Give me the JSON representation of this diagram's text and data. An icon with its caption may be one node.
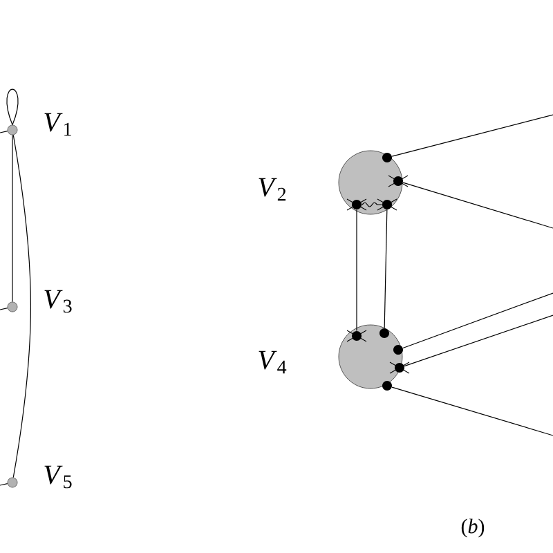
{
  "diagram": {
    "nodes": [
      {
        "text": [],
        "shape": "circle",
        "beside": [
          "*V*$_{1}$"
        ]
      },
      {
        "text": [],
        "shape": "circle",
        "beside": [
          "*V*$_{3}$"
        ]
      },
      {
        "text": [],
        "shape": "circle",
        "beside": [
          "*V*$_{5}$"
        ]
      },
      {
        "text": [],
        "shape": "circle",
        "beside": [
          "*V*$_{2}$"
        ]
      },
      {
        "text": [],
        "shape": "circle",
        "beside": [
          "*V*$_{4}$"
        ]
      },
      {
        "text": [],
        "shape": "circle",
        "in": 3
      },
      {
        "text": [],
        "shape": "circle",
        "in": 3
      },
      {
        "text": [],
        "shape": "circle",
        "in": 3
      },
      {
        "text": [],
        "shape": "circle",
        "in": 3
      },
      {
        "text": [],
        "shape": "circle",
        "in": 4
      },
      {
        "text": [],
        "shape": "circle",
        "in": 4
      },
      {
        "text": [],
        "shape": "circle",
        "in": 4
      },
      {
        "text": [],
        "shape": "circle",
        "in": 4
      },
      {
        "text": [],
        "shape": "circle",
        "in": 4
      }
    ],
    "edges": [
      {
        "from": 0,
        "to": 0,
        "arrow": "none"
      },
      {
        "from": 0,
        "to": 1,
        "arrow": "none"
      },
      {
        "from": 0,
        "to": 2,
        "arrow": "none"
      },
      {
        "from": 0,
        "to": null,
        "arrow": "none"
      },
      {
        "from": 1,
        "to": null,
        "arrow": "none"
      },
      {
        "from": 2,
        "to": null,
        "arrow": "none"
      },
      {
        "from": 5,
        "to": null,
        "arrow": "none"
      },
      {
        "from": 6,
        "to": null,
        "arrow": "none"
      },
      {
        "from": 7,
        "to": 8,
        "arrow": "none"
      },
      {
        "from": 7,
        "to": 9,
        "arrow": "none"
      },
      {
        "from": 8,
        "to": 10,
        "arrow": "none"
      },
      {
        "from": 11,
        "to": null,
        "arrow": "none"
      },
      {
        "from": 12,
        "to": null,
        "arrow": "none"
      },
      {
        "from": 13,
        "to": null,
        "arrow": "none"
      }
    ],
    "labels": [
      "(*b*)"
    ]
  }
}
